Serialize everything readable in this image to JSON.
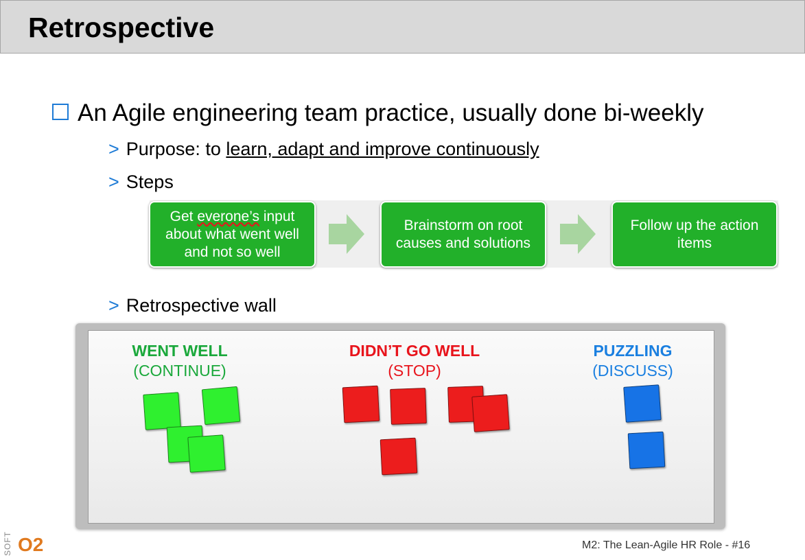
{
  "header": {
    "title": "Retrospective"
  },
  "bullets": {
    "main": "An Agile engineering team practice, usually done bi-weekly",
    "marker": ">",
    "purpose_prefix": "Purpose: to ",
    "purpose_link": "learn, adapt and improve continuously",
    "steps_label": "Steps",
    "wall_label": "Retrospective wall"
  },
  "steps": [
    {
      "prefix": "Get ",
      "underlined": "everone’s",
      "suffix": " input about what went well and not so well"
    },
    {
      "text": "Brainstorm on root causes and solutions"
    },
    {
      "text": "Follow up the action items"
    }
  ],
  "wall": {
    "columns": [
      {
        "title": "WENT WELL",
        "subtitle": "(CONTINUE)",
        "color": "#1aa83b"
      },
      {
        "title": "DIDN’T GO WELL",
        "subtitle": "(STOP)",
        "color": "#e8141c"
      },
      {
        "title": "PUZZLING",
        "subtitle": "(DISCUSS)",
        "color": "#1a7fe0"
      }
    ]
  },
  "colors": {
    "accent": "#1e7bd6",
    "step_green": "#22b02a",
    "arrow_green": "#a8d5a0",
    "logo_orange": "#e07a1f"
  },
  "footer": {
    "text": "M2: The Lean-Agile HR Role   -  #16"
  },
  "logo": {
    "word": "SOFT",
    "mark": "O2"
  }
}
